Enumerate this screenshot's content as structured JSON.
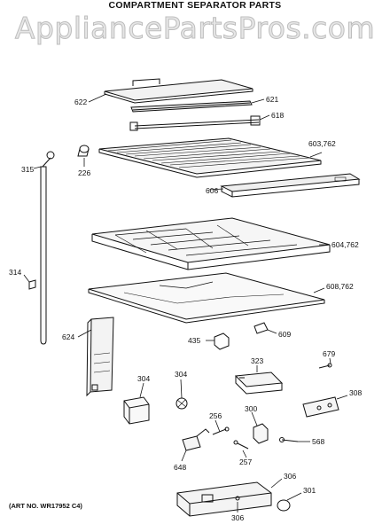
{
  "header": {
    "title": "COMPARTMENT SEPARATOR PARTS"
  },
  "watermark": {
    "text": "AppliancePartsPros.com"
  },
  "footer": {
    "art_no": "(ART NO. WR17952 C4)"
  },
  "labels": {
    "p622": "622",
    "p621": "621",
    "p618": "618",
    "p603": "603,762",
    "p315": "315",
    "p226": "226",
    "p606": "606",
    "p604": "604,762",
    "p314": "314",
    "p608": "608,762",
    "p624": "624",
    "p435": "435",
    "p609": "609",
    "p679": "679",
    "p323": "323",
    "p304a": "304",
    "p304b": "304",
    "p308": "308",
    "p256": "256",
    "p300": "300",
    "p568": "568",
    "p257": "257",
    "p648": "648",
    "p306a": "306",
    "p301": "301",
    "p306b": "306"
  }
}
